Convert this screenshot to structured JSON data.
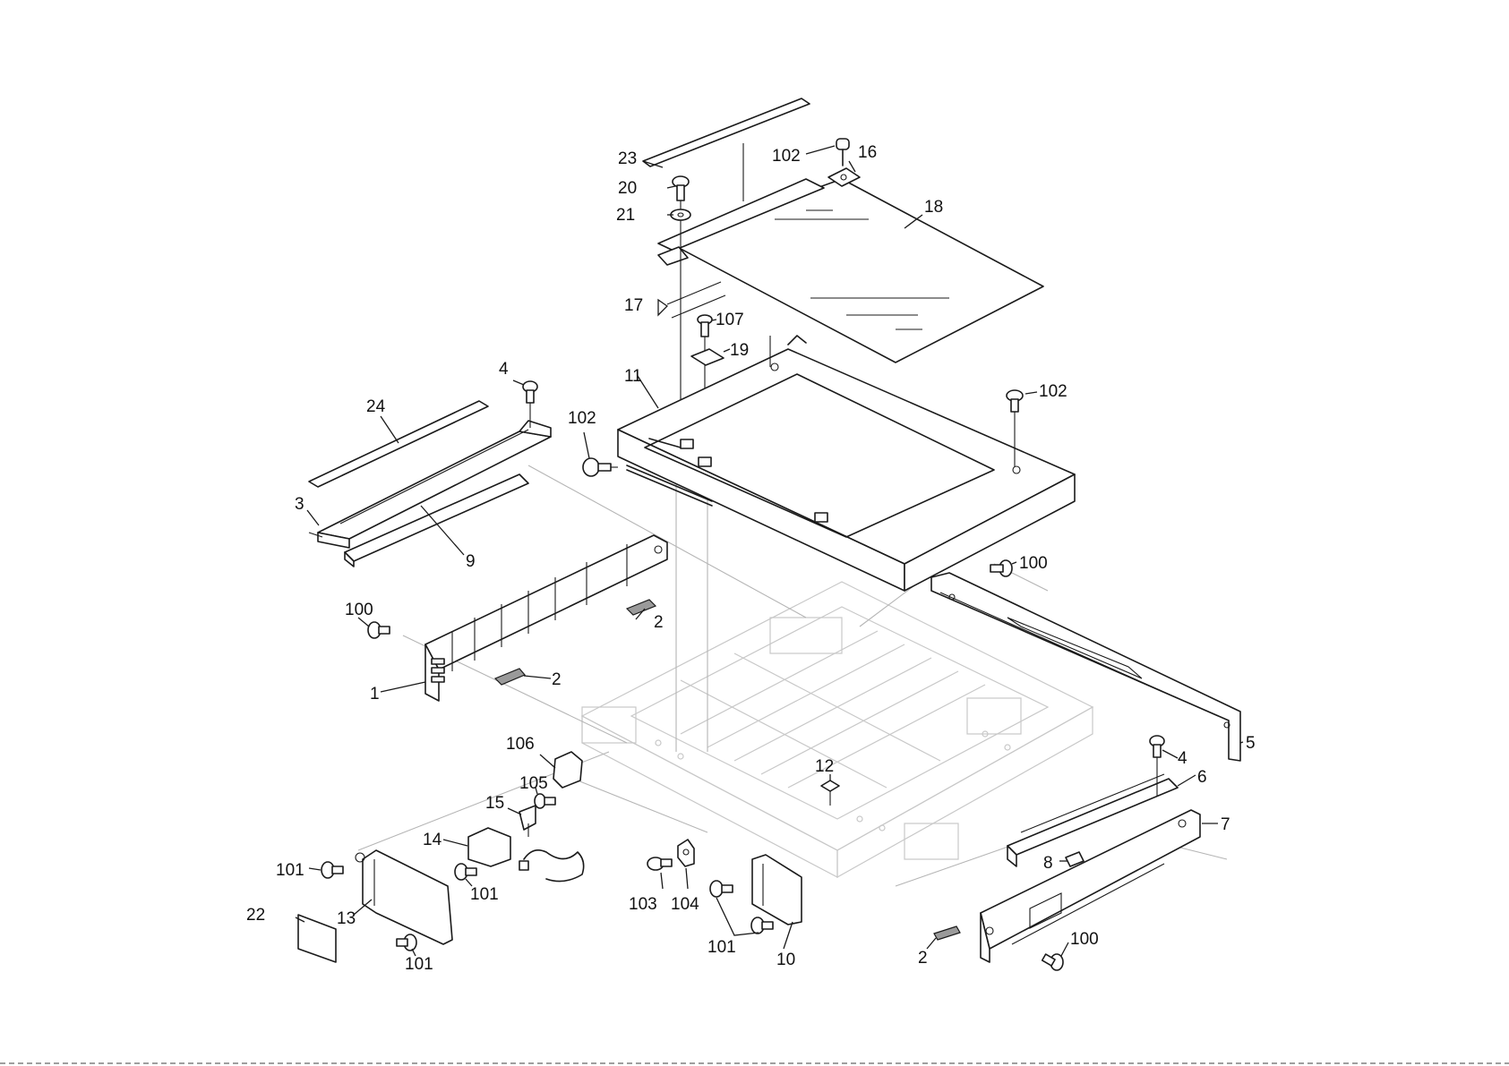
{
  "diagram": {
    "labels": [
      {
        "id": "p1",
        "text": "1"
      },
      {
        "id": "p2a",
        "text": "2"
      },
      {
        "id": "p2b",
        "text": "2"
      },
      {
        "id": "p2c",
        "text": "2"
      },
      {
        "id": "p3",
        "text": "3"
      },
      {
        "id": "p4a",
        "text": "4"
      },
      {
        "id": "p4b",
        "text": "4"
      },
      {
        "id": "p5",
        "text": "5"
      },
      {
        "id": "p6",
        "text": "6"
      },
      {
        "id": "p7",
        "text": "7"
      },
      {
        "id": "p8",
        "text": "8"
      },
      {
        "id": "p9",
        "text": "9"
      },
      {
        "id": "p10",
        "text": "10"
      },
      {
        "id": "p11",
        "text": "11"
      },
      {
        "id": "p12",
        "text": "12"
      },
      {
        "id": "p13",
        "text": "13"
      },
      {
        "id": "p14",
        "text": "14"
      },
      {
        "id": "p15",
        "text": "15"
      },
      {
        "id": "p16",
        "text": "16"
      },
      {
        "id": "p17",
        "text": "17"
      },
      {
        "id": "p18",
        "text": "18"
      },
      {
        "id": "p19",
        "text": "19"
      },
      {
        "id": "p20",
        "text": "20"
      },
      {
        "id": "p21",
        "text": "21"
      },
      {
        "id": "p22",
        "text": "22"
      },
      {
        "id": "p23",
        "text": "23"
      },
      {
        "id": "p24",
        "text": "24"
      },
      {
        "id": "p100a",
        "text": "100"
      },
      {
        "id": "p100b",
        "text": "100"
      },
      {
        "id": "p100c",
        "text": "100"
      },
      {
        "id": "p101a",
        "text": "101"
      },
      {
        "id": "p101b",
        "text": "101"
      },
      {
        "id": "p101c",
        "text": "101"
      },
      {
        "id": "p101d",
        "text": "101"
      },
      {
        "id": "p102a",
        "text": "102"
      },
      {
        "id": "p102b",
        "text": "102"
      },
      {
        "id": "p102c",
        "text": "102"
      },
      {
        "id": "p103",
        "text": "103"
      },
      {
        "id": "p104",
        "text": "104"
      },
      {
        "id": "p105",
        "text": "105"
      },
      {
        "id": "p106",
        "text": "106"
      },
      {
        "id": "p107",
        "text": "107"
      }
    ]
  }
}
